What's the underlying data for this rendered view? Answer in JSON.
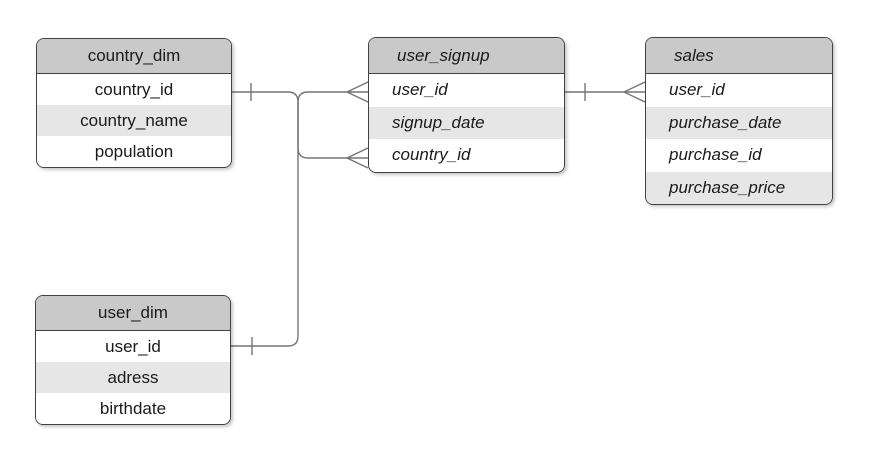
{
  "diagram": {
    "tables": [
      {
        "name": "country_dim",
        "columns": [
          "country_id",
          "country_name",
          "population"
        ]
      },
      {
        "name": "user_signup",
        "columns": [
          "user_id",
          "signup_date",
          "country_id"
        ]
      },
      {
        "name": "sales",
        "columns": [
          "user_id",
          "purchase_date",
          "purchase_id",
          "purchase_price"
        ]
      },
      {
        "name": "user_dim",
        "columns": [
          "user_id",
          "adress",
          "birthdate"
        ]
      }
    ],
    "relationships": [
      {
        "from_table": "country_dim",
        "from_column": "country_id",
        "from_cardinality": "one",
        "to_table": "user_signup",
        "to_column": "country_id",
        "to_cardinality": "many"
      },
      {
        "from_table": "user_dim",
        "from_column": "user_id",
        "from_cardinality": "one",
        "to_table": "user_signup",
        "to_column": "user_id",
        "to_cardinality": "many"
      },
      {
        "from_table": "user_signup",
        "from_column": "user_id",
        "from_cardinality": "one",
        "to_table": "sales",
        "to_column": "user_id",
        "to_cardinality": "many"
      }
    ],
    "colors": {
      "canvas_bg": "#ffffff",
      "header_bg": "#c9c9c9",
      "row_bg": "#ffffff",
      "row_alt_bg": "#e6e6e6",
      "border": "#424242",
      "connector": "#757575",
      "text": "#1a1a1a"
    }
  }
}
